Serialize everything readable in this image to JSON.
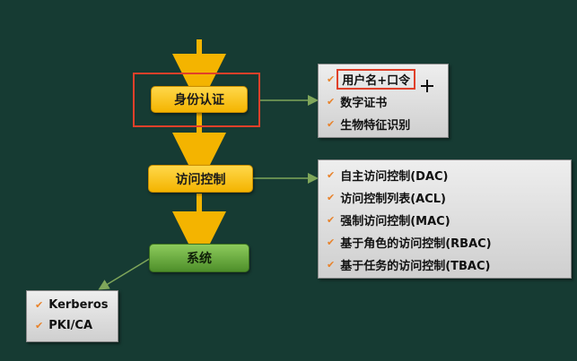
{
  "nodes": {
    "auth": "身份认证",
    "access": "访问控制",
    "system": "系统"
  },
  "auth_methods": [
    "用户名+口令",
    "数字证书",
    "生物特征识别"
  ],
  "access_models": [
    "自主访问控制(DAC)",
    "访问控制列表(ACL)",
    "强制访问控制(MAC)",
    "基于角色的访问控制(RBAC)",
    "基于任务的访问控制(TBAC)"
  ],
  "system_protocols": [
    "Kerberos",
    "PKI/CA"
  ],
  "check_mark": "✔",
  "colors": {
    "background": "#163b33",
    "node_yellow": "#f4b400",
    "node_green": "#5a9a34",
    "highlight_red": "#e0402a",
    "check_orange": "#e8822a",
    "connector_green": "#7fa65a"
  }
}
